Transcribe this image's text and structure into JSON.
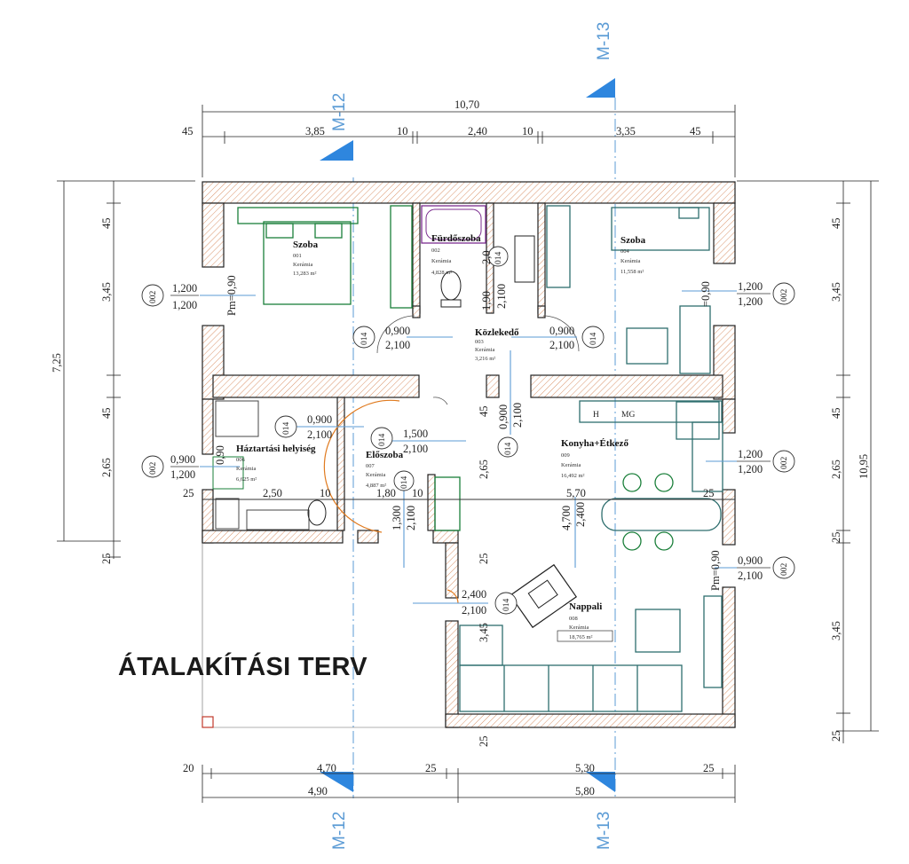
{
  "title": "ÁTALAKÍTÁSI TERV",
  "axes": {
    "m12": "M-12",
    "m13": "M-13"
  },
  "dims_top": {
    "total": "10,70",
    "a": "45",
    "b": "3,85",
    "c": "10",
    "d": "2,40",
    "e": "10",
    "f": "3,35",
    "g": "45"
  },
  "dims_bottom": {
    "a": "20",
    "b": "4,70",
    "c": "25",
    "d": "5,30",
    "e": "25",
    "f": "4,90",
    "g": "5,80"
  },
  "dims_left": {
    "total": "7,25",
    "a": "45",
    "b": "3,45",
    "c": "45",
    "d": "2,65",
    "e": "25"
  },
  "dims_right": {
    "total": "10,95",
    "a": "45",
    "b": "3,45",
    "c": "45",
    "d": "2,65",
    "e": "25",
    "f": "3,45",
    "g": "25"
  },
  "inner_dims": {
    "a": "25",
    "b": "2,50",
    "c": "10",
    "d": "1,80",
    "e": "10",
    "f": "5,70",
    "g": "25",
    "h": "45",
    "i": "2,65",
    "j": "25",
    "k": "3,45",
    "l": "25",
    "m": "4,700",
    "n": "2,400",
    "o": "1,300",
    "p": "2,100",
    "q": "0,900",
    "r": "2,100",
    "s": "1,90",
    "t": "2,100",
    "u": "2,0"
  },
  "rooms": [
    {
      "name": "Szoba",
      "num": "001",
      "mat": "Kerámia",
      "area": "13,283 m²"
    },
    {
      "name": "Fürdőszoba",
      "num": "002",
      "mat": "Kerámia",
      "area": "4,828 m²"
    },
    {
      "name": "Közlekedő",
      "num": "003",
      "mat": "Kerámia",
      "area": "3,216 m²"
    },
    {
      "name": "Szoba",
      "num": "004",
      "mat": "Kerámia",
      "area": "11,558 m²"
    },
    {
      "name": "Háztartási helyiség",
      "num": "006",
      "mat": "Kerámia",
      "area": "6,625 m²"
    },
    {
      "name": "Előszoba",
      "num": "007",
      "mat": "Kerámia",
      "area": "4,887 m²"
    },
    {
      "name": "Konyha+Étkező",
      "num": "009",
      "mat": "Kerámia",
      "area": "16,492 m²"
    },
    {
      "name": "Nappali",
      "num": "008",
      "mat": "Kerámia",
      "area": "18,765 m²"
    }
  ],
  "openings": {
    "w1": {
      "tag": "002",
      "top": "1,200",
      "bottom": "1,200"
    },
    "w2": {
      "tag": "002",
      "top": "1,200",
      "bottom": "1,200"
    },
    "w3": {
      "tag": "002",
      "top": "0,900",
      "bottom": "1,200"
    },
    "w4": {
      "tag": "002",
      "top": "1,200",
      "bottom": "1,200"
    },
    "w5": {
      "tag": "002",
      "top": "0,900",
      "bottom": "2,100"
    },
    "d1": {
      "tag": "014",
      "top": "0,900",
      "bottom": "2,100"
    },
    "d2": {
      "tag": "014",
      "top": "0,900",
      "bottom": "2,100"
    },
    "d3": {
      "tag": "014",
      "top": "0,900",
      "bottom": "2,100"
    },
    "d4": {
      "tag": "014",
      "top": "1,500",
      "bottom": "2,100"
    },
    "d5": {
      "tag": "014",
      "top": "2,400",
      "bottom": "2,100"
    },
    "d6": {
      "tag": "014"
    },
    "d7": {
      "tag": "014"
    },
    "d8": {
      "tag": "014"
    }
  },
  "sill": {
    "a": "Pm=0,90",
    "b": "=0,90",
    "c": "Pm=0,90",
    "d": "0,90"
  },
  "appliances": {
    "h": "H",
    "mg": "MG"
  }
}
